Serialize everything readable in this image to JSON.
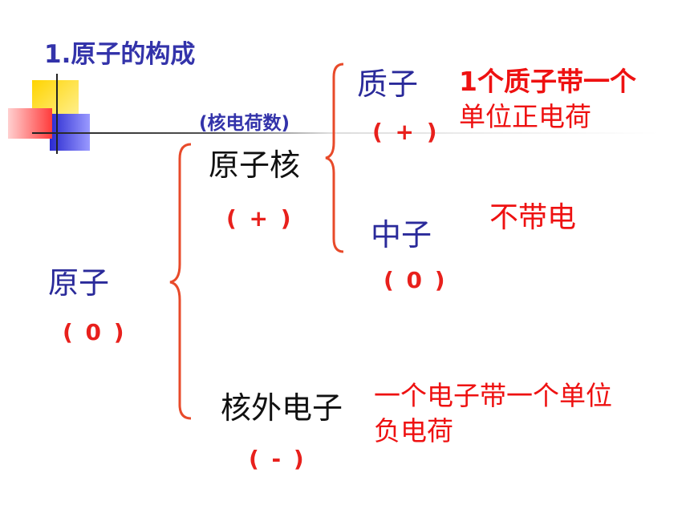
{
  "title": "1.原子的构成",
  "nucleus_note": "(核电荷数)",
  "nodes": {
    "atom": {
      "label": "原子",
      "charge": "( 0 )"
    },
    "nucleus": {
      "label": "原子核",
      "charge": "( + )"
    },
    "electron": {
      "label": "核外电子",
      "charge": "( - )",
      "desc_line1": "一个电子带一个单位",
      "desc_line2": "负电荷"
    },
    "proton": {
      "label": "质子",
      "charge": "( + )",
      "desc_line1": "1个质子带一个",
      "desc_line2": "单位正电荷"
    },
    "neutron": {
      "label": "中子",
      "charge": "( 0 )",
      "desc": "不带电"
    }
  },
  "colors": {
    "title": "#3333aa",
    "charge": "#e8201c",
    "brace": "#e84a2a",
    "desc": "#ee1111"
  }
}
